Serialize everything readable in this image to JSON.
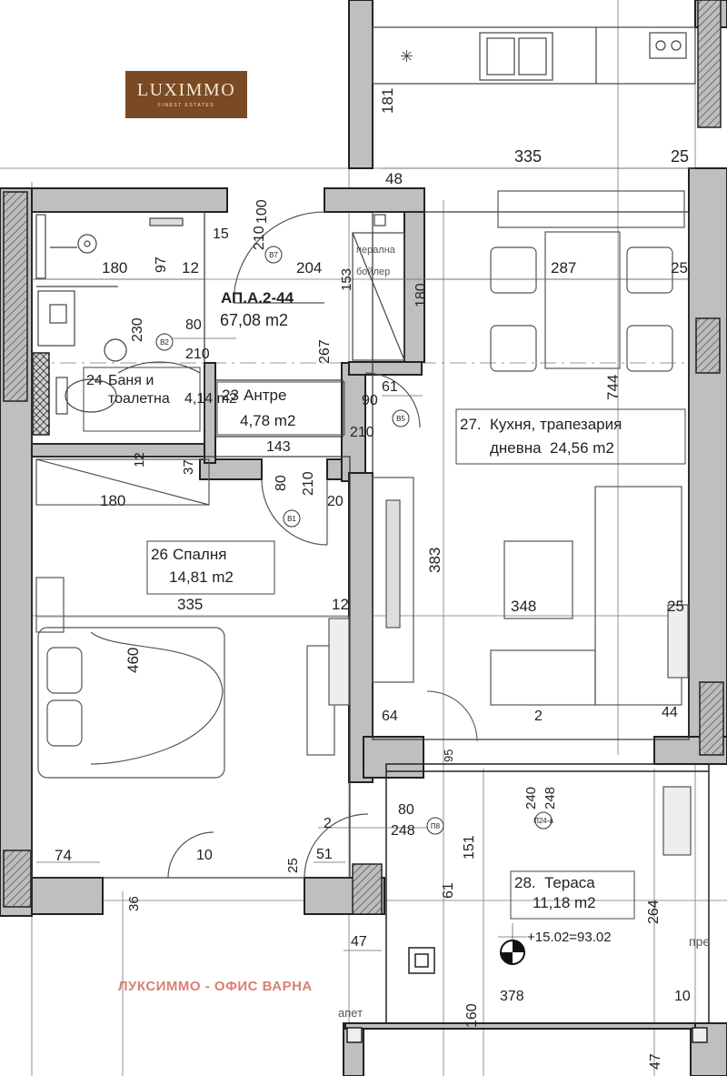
{
  "branding": {
    "logo_text": "LUXIMMO",
    "logo_tagline": "FINEST ESTATES",
    "watermark": "ЛУКСИММО - ОФИС ВАРНА"
  },
  "apartment": {
    "id": "АП.А.2-44",
    "area": "67,08 m2"
  },
  "rooms": [
    {
      "number": "24",
      "name_line1": "Баня и",
      "name_line2": "тоалетна",
      "area": "4,14 m2"
    },
    {
      "number": "23",
      "name_line1": "Антре",
      "name_line2": "",
      "area": "4,78 m2"
    },
    {
      "number": "27.",
      "name_line1": "Кухня, трапезария",
      "name_line2": "дневна",
      "area": "24,56 m2"
    },
    {
      "number": "26",
      "name_line1": "Спалня",
      "name_line2": "",
      "area": "14,81 m2"
    },
    {
      "number": "28.",
      "name_line1": "Тераса",
      "name_line2": "",
      "area": "11,18 m2"
    }
  ],
  "doors": [
    "B7",
    "B2",
    "B5",
    "B1",
    "П8",
    "П24-а"
  ],
  "level_mark": "+15.02=93.02",
  "fragments": {
    "laundry_1": "перална",
    "laundry_2": "бойлер",
    "terrace_right": "пре",
    "parapet": "апет"
  },
  "dimensions": [
    "181",
    "335",
    "25",
    "48",
    "100",
    "210",
    "15",
    "97",
    "12",
    "204",
    "180",
    "287",
    "25",
    "180",
    "153",
    "230",
    "80",
    "210",
    "267",
    "90",
    "61",
    "210",
    "143",
    "37",
    "12",
    "80",
    "210",
    "20",
    "180",
    "744",
    "383",
    "335",
    "12",
    "348",
    "25",
    "460",
    "64",
    "2",
    "44",
    "95",
    "80",
    "248",
    "240",
    "248",
    "151",
    "2",
    "10",
    "51",
    "25",
    "74",
    "36",
    "61",
    "264",
    "47",
    "160",
    "378",
    "47",
    "10"
  ]
}
